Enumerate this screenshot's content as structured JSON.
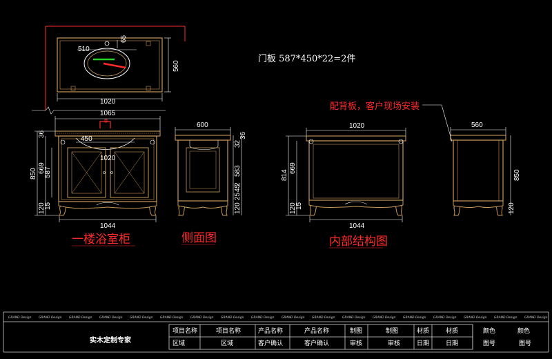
{
  "drawing": {
    "door_panel_note": "门板 587*450*22=2件",
    "back_panel_note": "配背板，客户现场安装",
    "titles": {
      "front": "一楼浴室柜",
      "side": "侧面图",
      "interior": "内部结构图"
    },
    "top_view_dims": {
      "basin": "510",
      "faucet": "65",
      "depth": "560",
      "width": "1020"
    },
    "front_view_dims": {
      "overall_top": "1065",
      "basin": "450",
      "inner": "1020",
      "bottom": "1044",
      "height": "850",
      "top_thk": "36",
      "body": "669",
      "door": "587",
      "base": "120",
      "foot": "15"
    },
    "side_view_dims": {
      "depth": "600",
      "top": "36",
      "a": "32",
      "b": "583",
      "c": "2",
      "d": "45",
      "e": "25",
      "f": "120"
    },
    "interior_view_dims": {
      "width": "1020",
      "bottom": "1044",
      "h1": "814",
      "h2": "669",
      "base": "120",
      "foot": "15"
    },
    "back_view_dims": {
      "depth": "560",
      "height": "850",
      "base": "120"
    }
  },
  "title_block": {
    "watermark": "GRAND Design",
    "company": "实木定制专家",
    "labels": [
      "项目名称",
      "项目名称",
      "产品名称",
      "产品名称",
      "制图",
      "制图",
      "材质",
      "材质",
      "颜色",
      "颜色",
      "区域",
      "区域",
      "客户确认",
      "客户确认",
      "审核",
      "审核",
      "日期",
      "日期",
      "图号",
      "图号"
    ]
  },
  "colors": {
    "background": "#000000",
    "cabinet_line": "#c89a5a",
    "dimension_line": "#ffffff",
    "accent_red": "#ff2a2a",
    "frame_line": "#d0d0d0"
  }
}
